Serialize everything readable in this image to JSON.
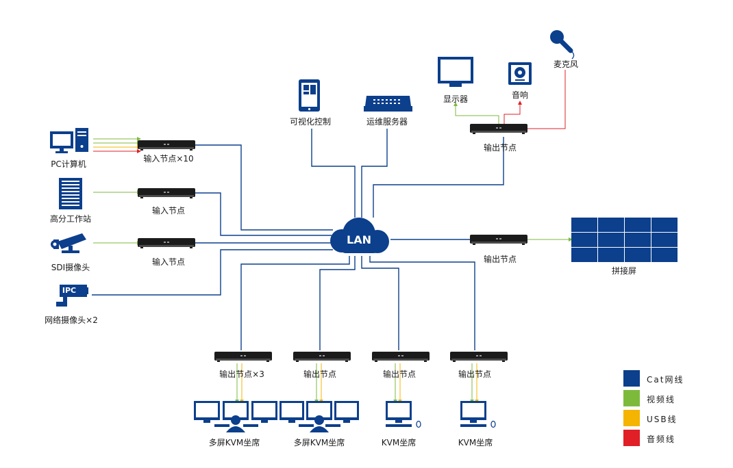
{
  "lan": "LAN",
  "sources": {
    "pc": "PC计算机",
    "workstation": "高分工作站",
    "sdi_camera": "SDI摄像头",
    "ipc_badge": "IPC",
    "network_camera": "网络摄像头×2"
  },
  "nodes": {
    "input_x10": "输入节点×10",
    "input_2": "输入节点",
    "input_3": "输入节点",
    "output_top": "输出节点",
    "output_wall": "输出节点",
    "output_x3": "输出节点×3",
    "output_b2": "输出节点",
    "output_b3": "输出节点",
    "output_b4": "输出节点"
  },
  "top": {
    "visual_control": "可视化控制",
    "ops_server": "运维服务器",
    "display": "显示器",
    "speaker": "音响",
    "microphone": "麦克风"
  },
  "wall": "拼接屏",
  "seats": {
    "multi_1": "多屏KVM坐席",
    "multi_2": "多屏KVM坐席",
    "kvm_1": "KVM坐席",
    "kvm_2": "KVM坐席"
  },
  "legend": [
    {
      "label": "Cat网线",
      "color": "#0c3f8c"
    },
    {
      "label": "视频线",
      "color": "#7dba3c"
    },
    {
      "label": "USB线",
      "color": "#f4b400"
    },
    {
      "label": "音频线",
      "color": "#e01f26"
    }
  ],
  "colors": {
    "navy": "#0c3f8c",
    "device": "#1b1b1b",
    "video": "#7dba3c",
    "usb": "#f4b400",
    "audio": "#e01f26"
  }
}
